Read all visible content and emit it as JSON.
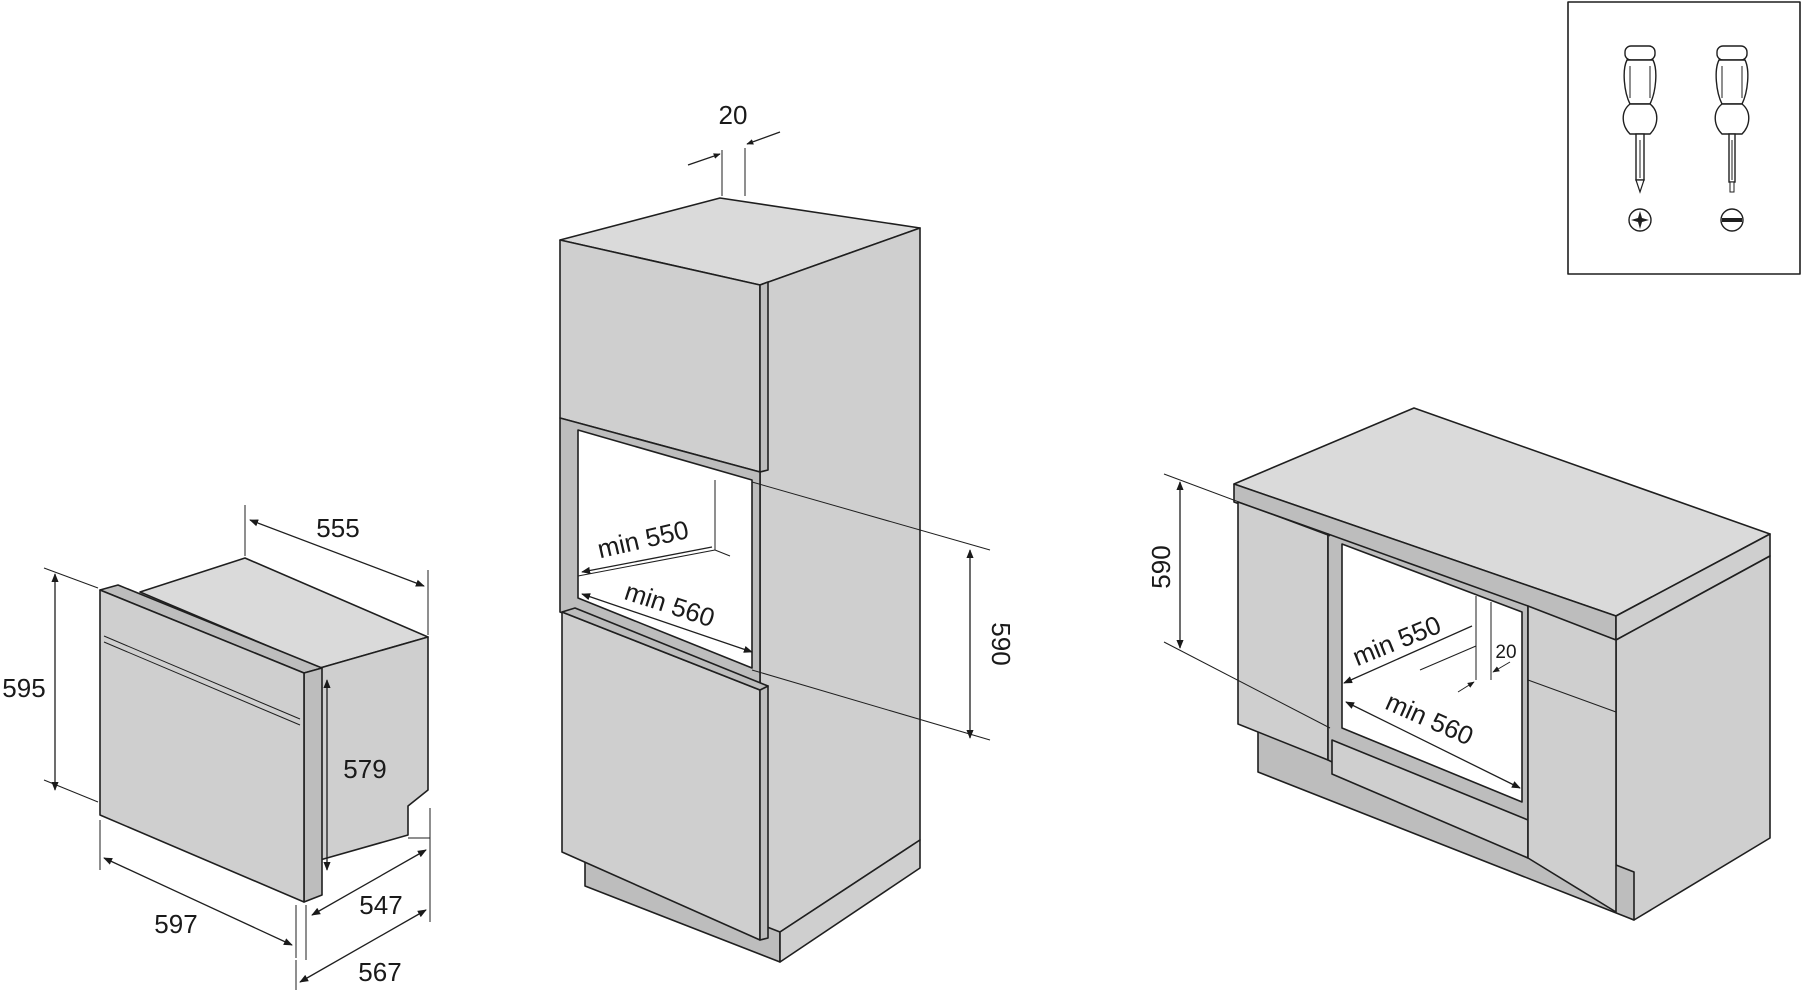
{
  "oven_dimensions": {
    "width_top": "555",
    "height_total": "595",
    "height_front": "579",
    "width_front": "597",
    "depth_body": "547",
    "depth_total": "567"
  },
  "tall_cabinet": {
    "gap_top": "20",
    "niche_depth": "min 550",
    "niche_width": "min 560",
    "niche_height": "590"
  },
  "base_cabinet": {
    "niche_height": "590",
    "niche_depth": "min 550",
    "gap_back": "20",
    "niche_width": "min 560"
  },
  "tools_inset": {
    "tools": [
      {
        "name": "phillips-screwdriver",
        "tip": "cross"
      },
      {
        "name": "flat-screwdriver",
        "tip": "slot"
      }
    ]
  },
  "colors": {
    "panel": "#cfcfcf",
    "line": "#1f1f1f",
    "background": "#ffffff"
  }
}
